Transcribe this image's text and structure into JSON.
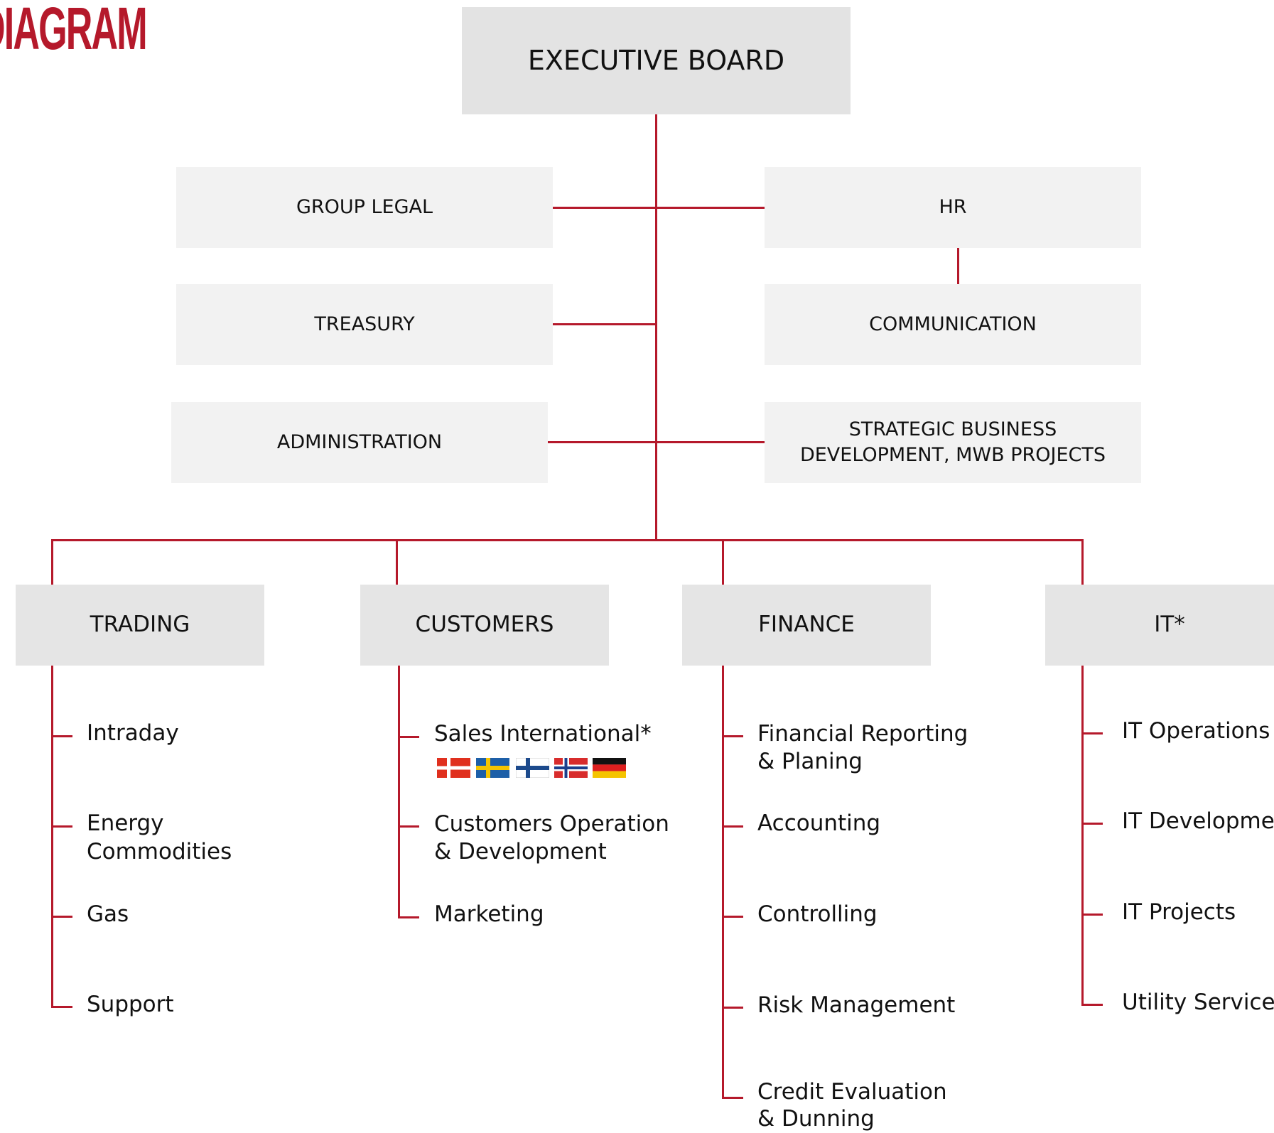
{
  "title": "DIAGRAM",
  "executive": "EXECUTIVE BOARD",
  "staff": {
    "group_legal": "GROUP LEGAL",
    "treasury": "TREASURY",
    "administration": "ADMINISTRATION",
    "hr": "HR",
    "communication": "COMMUNICATION",
    "strategic_line1": "STRATEGIC BUSINESS",
    "strategic_line2": "DEVELOPMENT, MWB PROJECTS"
  },
  "divisions": {
    "trading": {
      "label": "TRADING",
      "items": [
        "Intraday",
        "Energy",
        "Commodities",
        "Gas",
        "Support"
      ]
    },
    "customers": {
      "label": "CUSTOMERS",
      "items": [
        "Sales International*",
        "Customers Operation",
        "& Development",
        "Marketing"
      ],
      "flags": [
        "denmark-flag-icon",
        "sweden-flag-icon",
        "finland-flag-icon",
        "norway-flag-icon",
        "germany-flag-icon"
      ]
    },
    "finance": {
      "label": "FINANCE",
      "items": [
        "Financial Reporting",
        "& Planing",
        "Accounting",
        "Controlling",
        "Risk Management",
        "Credit Evaluation",
        "& Dunning"
      ]
    },
    "it": {
      "label": "IT*",
      "items": [
        "IT Operations",
        "IT Development",
        "IT Projects",
        "Utility Services"
      ]
    }
  },
  "colors": {
    "accent": "#b5192b",
    "box_dark": "#e3e3e3",
    "box_light": "#f2f2f2"
  }
}
